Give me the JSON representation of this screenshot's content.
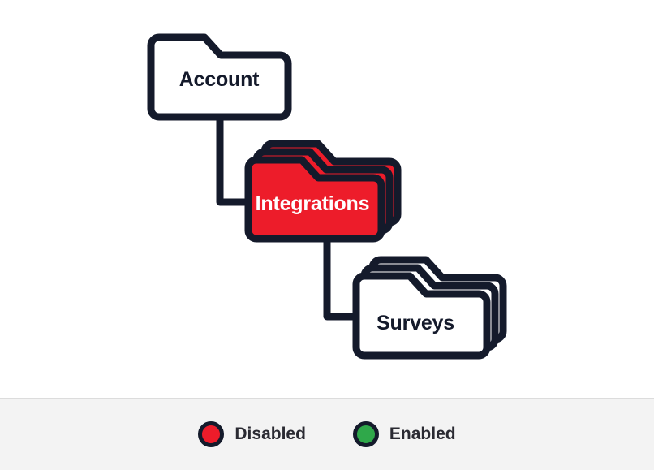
{
  "canvas": {
    "background": "#ffffff",
    "outline_color": "#141a2b",
    "connector_color": "#141a2b"
  },
  "diagram": {
    "type": "folder-hierarchy",
    "nodes": [
      {
        "id": "account",
        "label": "Account",
        "status": "enabled",
        "fill": "#ffffff",
        "text_color": "#141a2b",
        "stacked": false,
        "stack_count": 1
      },
      {
        "id": "integrations",
        "label": "Integrations",
        "status": "disabled",
        "fill": "#ed1c2a",
        "text_color": "#ffffff",
        "stacked": true,
        "stack_count": 3
      },
      {
        "id": "surveys",
        "label": "Surveys",
        "status": "enabled",
        "fill": "#ffffff",
        "text_color": "#141a2b",
        "stacked": true,
        "stack_count": 3
      }
    ],
    "edges": [
      {
        "from": "account",
        "to": "integrations"
      },
      {
        "from": "integrations",
        "to": "surveys"
      }
    ]
  },
  "legend": {
    "background": "#f3f3f3",
    "items": [
      {
        "id": "disabled",
        "label": "Disabled",
        "color": "#ed1c2a",
        "ring": "#141a2b"
      },
      {
        "id": "enabled",
        "label": "Enabled",
        "color": "#2fa84a",
        "ring": "#141a2b"
      }
    ]
  }
}
